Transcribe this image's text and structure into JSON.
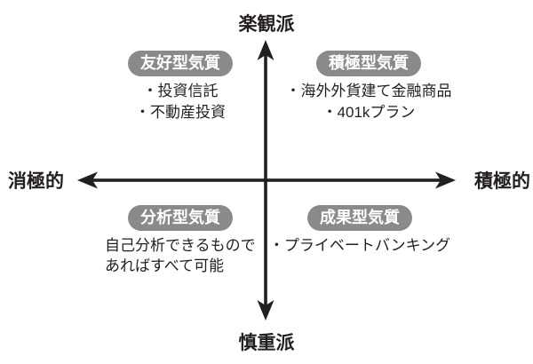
{
  "diagram": {
    "axes": {
      "top_label": "楽観派",
      "bottom_label": "慎重派",
      "left_label": "消極的",
      "right_label": "積極的"
    },
    "quadrants": {
      "top_left": {
        "badge": "友好型気質",
        "items": [
          "・投資信託",
          "・不動産投資"
        ]
      },
      "top_right": {
        "badge": "積極型気質",
        "items": [
          "・海外外貨建て金融商品",
          "・401kプラン"
        ]
      },
      "bottom_left": {
        "badge": "分析型気質",
        "note_lines": [
          "自己分析できるもので",
          "あればすべて可能"
        ]
      },
      "bottom_right": {
        "badge": "成果型気質",
        "items": [
          "・プライベートバンキング"
        ]
      }
    },
    "colors": {
      "ink": "#231f20",
      "badge_background": "#8a8a8a",
      "badge_text": "#ffffff",
      "background": "#ffffff"
    }
  }
}
